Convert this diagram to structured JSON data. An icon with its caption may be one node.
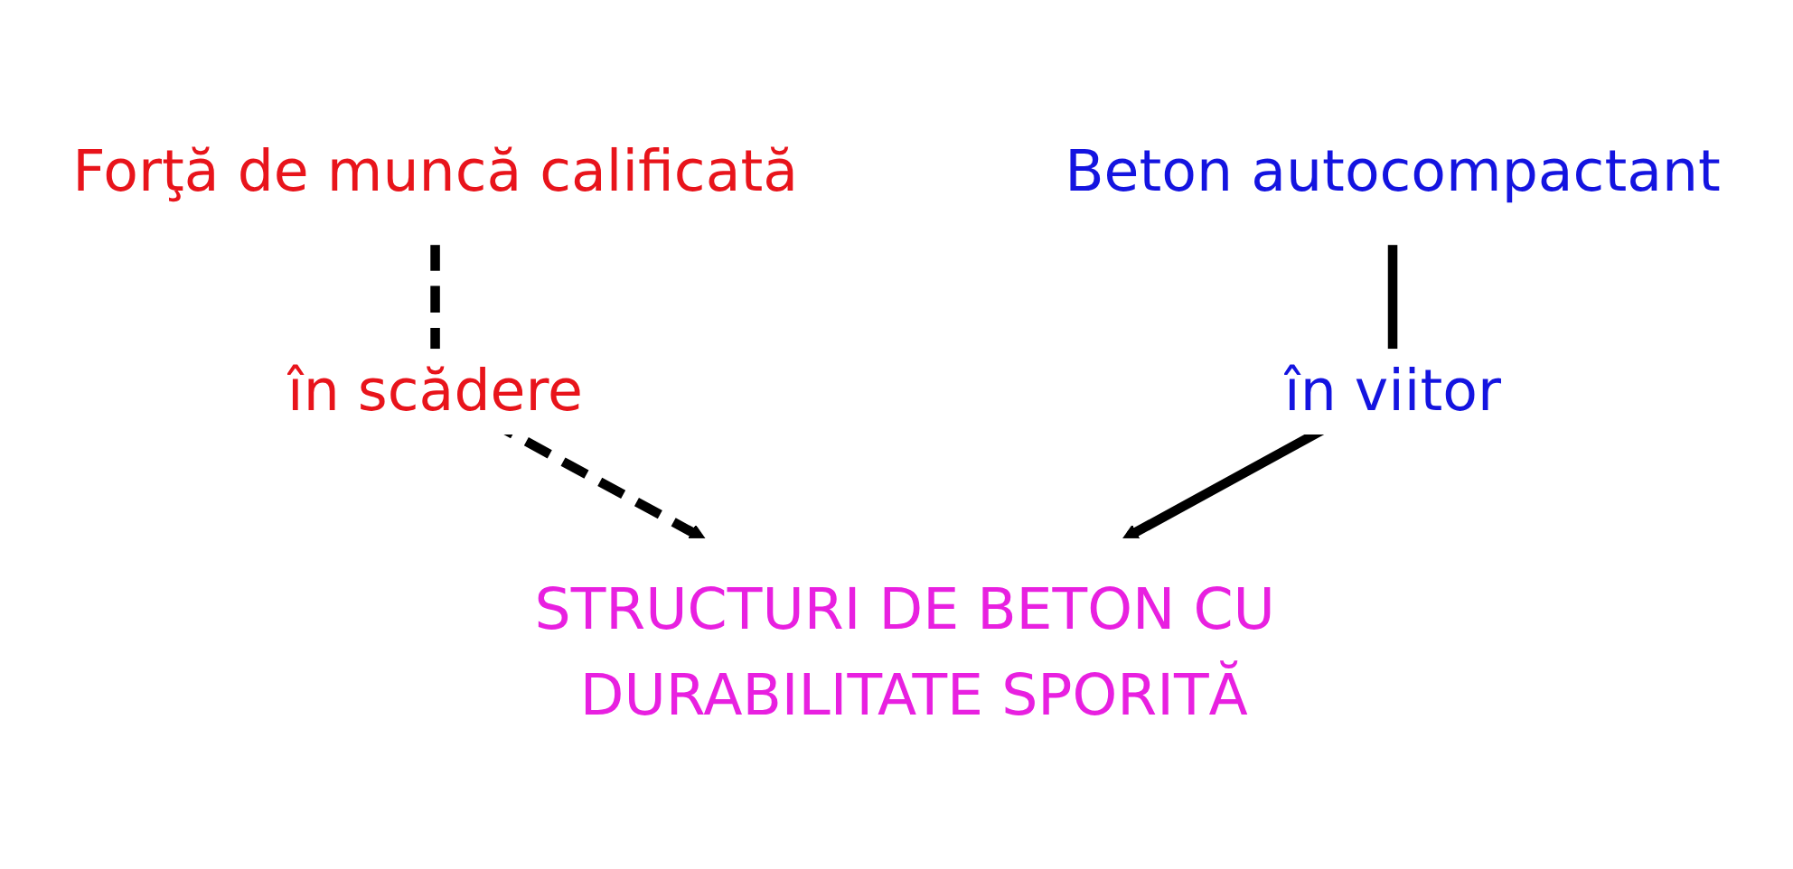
{
  "diagram": {
    "nodes": [
      {
        "text": [
          "Forţă de muncă calificată"
        ]
      },
      {
        "text": [
          "Beton autocompactant"
        ]
      },
      {
        "text": [
          "STRUCTURI DE BETON CU DURABILITATE SPORITĂ"
        ]
      }
    ],
    "edges": [
      {
        "from": 0,
        "to": 2,
        "arrow": "to",
        "style": "dashed",
        "label": "în scădere"
      },
      {
        "from": 1,
        "to": 2,
        "arrow": "to",
        "label": "în viitor"
      }
    ]
  }
}
